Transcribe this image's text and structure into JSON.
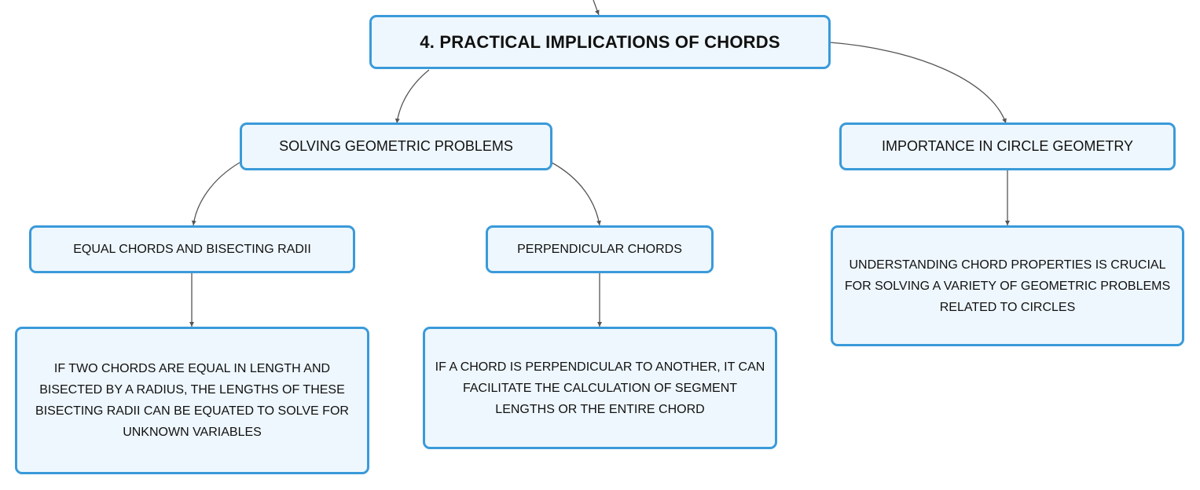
{
  "diagram": {
    "root": {
      "label": "4. PRACTICAL IMPLICATIONS OF CHORDS"
    },
    "branches": [
      {
        "label": "SOLVING GEOMETRIC PROBLEMS",
        "children": [
          {
            "label": "EQUAL CHORDS AND BISECTING RADII",
            "detail": "IF TWO CHORDS ARE EQUAL IN LENGTH AND BISECTED BY A RADIUS, THE LENGTHS OF THESE BISECTING RADII CAN BE EQUATED TO SOLVE FOR UNKNOWN VARIABLES"
          },
          {
            "label": "PERPENDICULAR CHORDS",
            "detail": "IF A CHORD IS PERPENDICULAR TO ANOTHER, IT CAN FACILITATE THE CALCULATION OF SEGMENT LENGTHS OR THE ENTIRE CHORD"
          }
        ]
      },
      {
        "label": "IMPORTANCE IN CIRCLE GEOMETRY",
        "detail": "UNDERSTANDING CHORD PROPERTIES IS CRUCIAL FOR SOLVING A VARIETY OF GEOMETRIC PROBLEMS RELATED TO CIRCLES"
      }
    ],
    "colors": {
      "node_border": "#3a9ad9",
      "node_fill": "#eef7fe",
      "connector": "#555555",
      "text": "#111111"
    }
  }
}
